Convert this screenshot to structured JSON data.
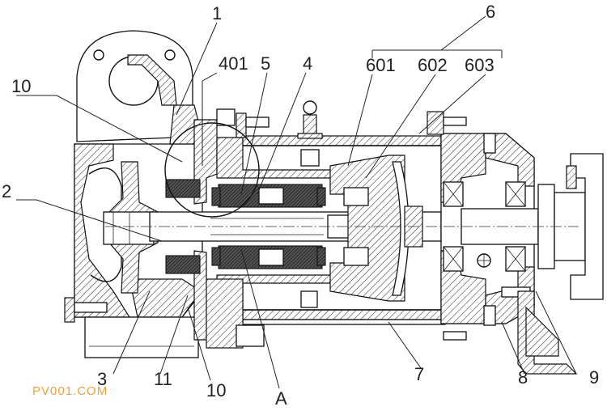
{
  "labels": {
    "l1": "1",
    "l401": "401",
    "l5": "5",
    "l4": "4",
    "l6": "6",
    "l601": "601",
    "l602": "602",
    "l603": "603",
    "l10_top": "10",
    "l2": "2",
    "l3": "3",
    "l11": "11",
    "l10_bottom": "10",
    "lA": "A",
    "l7": "7",
    "l8": "8",
    "l9": "9"
  },
  "watermark": "PV001.COM"
}
